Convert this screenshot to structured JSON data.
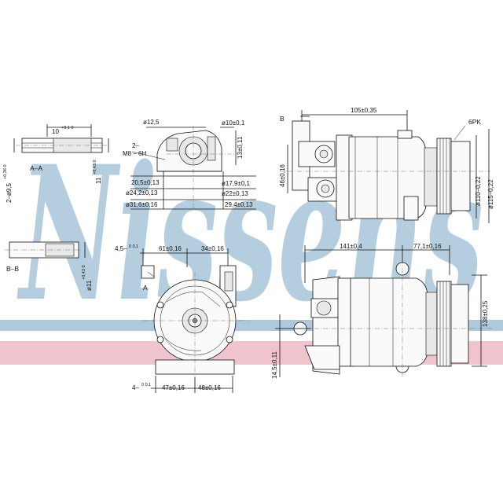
{
  "brand": {
    "watermark": "Nissens",
    "watermark_color": "#a9c6da",
    "band_blue": "#aec9dc",
    "band_pink": "#efc4cd"
  },
  "section_labels": {
    "aa": "A–A",
    "bb": "B–B",
    "b_top": "B",
    "a_mark": "A",
    "sixpk": "6PK",
    "thread_2": "2–",
    "thread_m": "M8 – 6H"
  },
  "dimensions": {
    "d10_top": "10",
    "d10_tol": "+0,1 0",
    "d9_5": "2–ø9,5",
    "d9_5_tol": "+0,36 0",
    "d11_aa": "11",
    "d11_aa_tol": "+0,43 0",
    "d11_bb": "ø11",
    "d11_bb_tol": "+0,43 0",
    "d12_5": "ø12,5",
    "d10_01": "ø10±0,1",
    "d13": "13±0,11",
    "d20_5": "20,5±0,13",
    "d24_2": "ø24,2±0,13",
    "d31_6": "ø31,6±0,16",
    "d17_9": "ø17,9±0,1",
    "d22": "ø22±0,13",
    "d29_4": "29,4±0,13",
    "d105": "105±0,35",
    "d46": "46±0,16",
    "d110": "ø110–0,22",
    "d115": "ø115–0,22",
    "d4_5": "4,5–",
    "d4_5_tol": "0 0,1",
    "d61": "61±0,16",
    "d34": "34±0,16",
    "d141": "141±0,4",
    "d77_1": "77,1±0,16",
    "d138": "138±0,25",
    "d14_5": "14,5±0,11",
    "d4": "4–",
    "d4_tol": "0 0,1",
    "d47": "47±0,16",
    "d48": "48±0,16"
  }
}
